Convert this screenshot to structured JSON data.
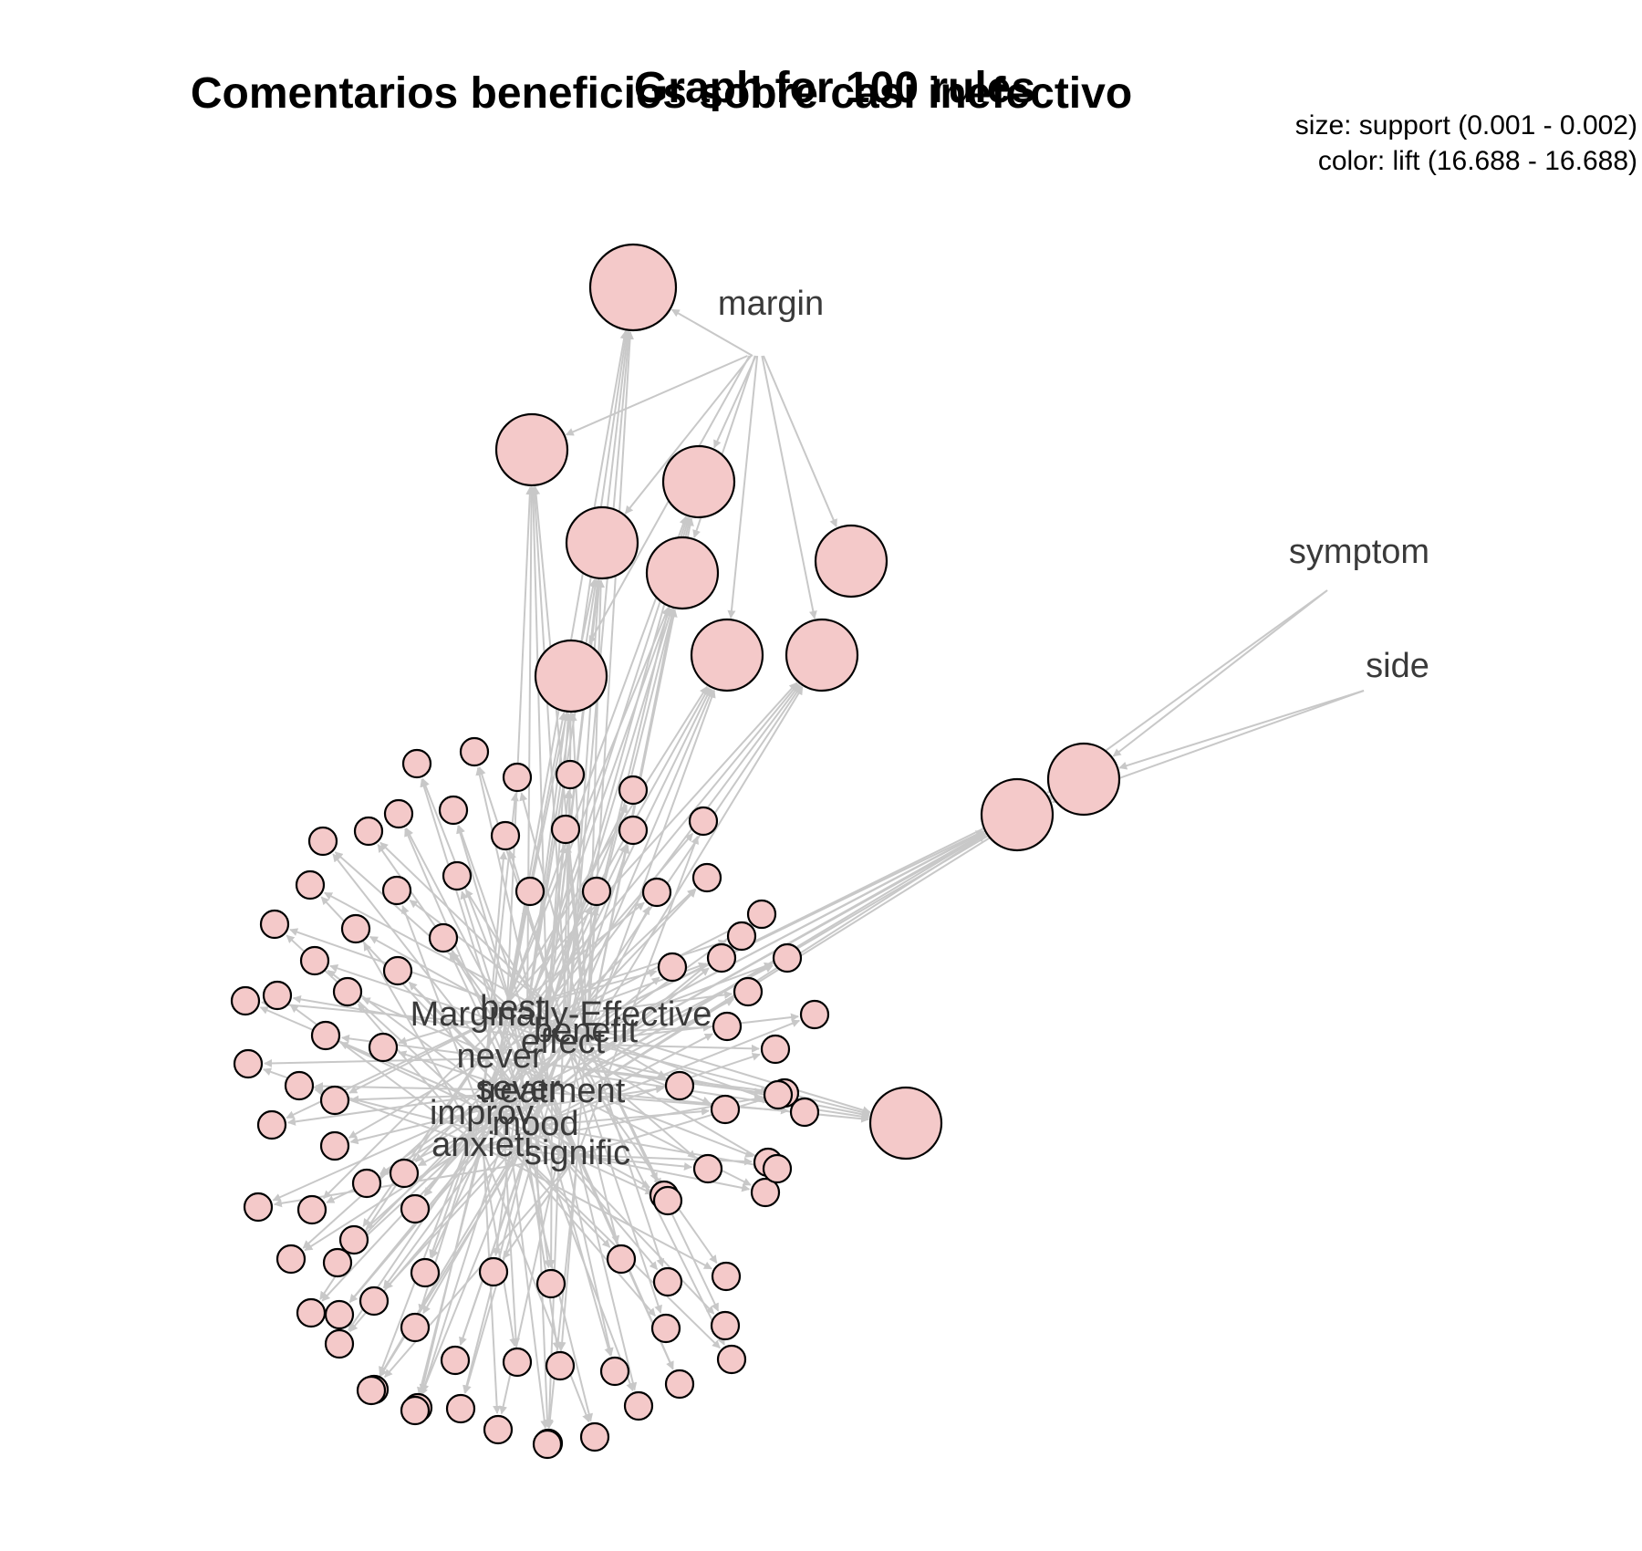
{
  "titles": {
    "main": "Comentarios beneficios sobre casi inefectivo",
    "overlay": "Graph for 100 rules"
  },
  "legend": {
    "size": "size: support (0.001 - 0.002)",
    "color": "color: lift (16.688 - 16.688)"
  },
  "colors": {
    "node_fill": "#f4c9c9",
    "node_stroke": "#000000",
    "edge": "#c8c8c8",
    "label": "#3a3a3a"
  },
  "items": [
    {
      "id": "margin",
      "label": "margin"
    },
    {
      "id": "symptom",
      "label": "symptom"
    },
    {
      "id": "side",
      "label": "side"
    },
    {
      "id": "best",
      "label": "best"
    },
    {
      "id": "marginally",
      "label": "Marginally-Effective"
    },
    {
      "id": "benefit",
      "label": "benefit"
    },
    {
      "id": "effect",
      "label": "effect"
    },
    {
      "id": "never",
      "label": "never"
    },
    {
      "id": "sever",
      "label": "sever"
    },
    {
      "id": "treatment",
      "label": "treatment"
    },
    {
      "id": "improv",
      "label": "improv"
    },
    {
      "id": "mood",
      "label": "mood"
    },
    {
      "id": "anxieti",
      "label": "anxieti"
    },
    {
      "id": "signific",
      "label": "signific"
    }
  ]
}
